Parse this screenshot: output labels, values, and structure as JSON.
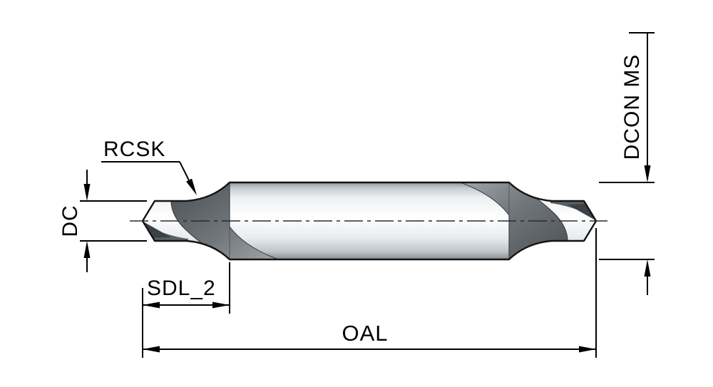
{
  "drawing": {
    "subject": "Center drill (combined drill and countersink) dimension diagram, side view",
    "labels": {
      "rcsk": "RCSK",
      "dc": "DC",
      "dcon_ms": "DCON MS",
      "sdl_2": "SDL_2",
      "oal": "OAL"
    },
    "colors": {
      "background": "#ffffff",
      "outline": "#141414",
      "dimension_lines": "#000000",
      "body_highlight": "#ffffff",
      "body_shadow": "#868d93",
      "flute_dark": "#494e52",
      "flute_light": "#a6acb0"
    }
  }
}
